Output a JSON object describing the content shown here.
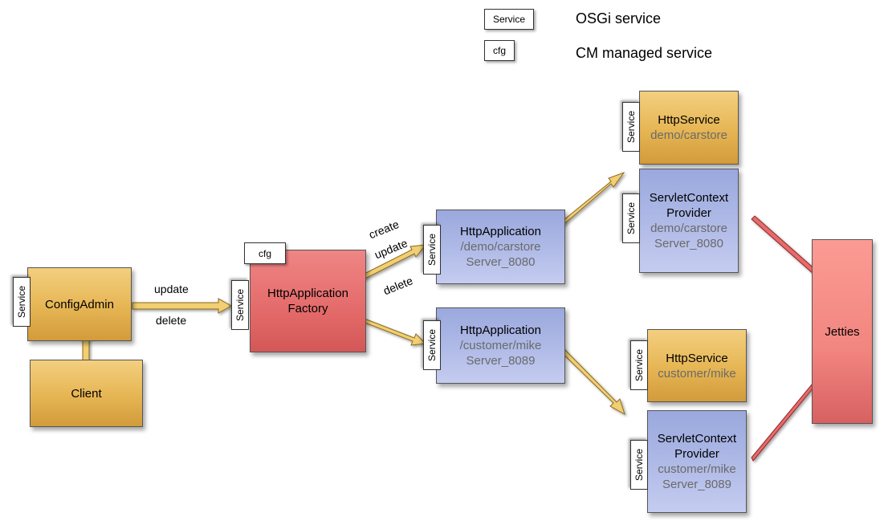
{
  "legend": {
    "service_tag": "Service",
    "service_desc": "OSGi service",
    "cfg_tag": "cfg",
    "cfg_desc": "CM managed service"
  },
  "tags": {
    "service": "Service",
    "cfg": "cfg"
  },
  "nodes": {
    "configadmin": {
      "label": "ConfigAdmin"
    },
    "client": {
      "label": "Client"
    },
    "factory": {
      "line1": "HttpApplication",
      "line2": "Factory"
    },
    "app_carstore": {
      "title": "HttpApplication",
      "path": "/demo/carstore",
      "server": "Server_8080"
    },
    "app_mike": {
      "title": "HttpApplication",
      "path": "/customer/mike",
      "server": "Server_8089"
    },
    "http_carstore": {
      "title": "HttpService",
      "path": "demo/carstore"
    },
    "scp_carstore": {
      "line1": "ServletContext",
      "line2": "Provider",
      "path": "demo/carstore",
      "server": "Server_8080"
    },
    "http_mike": {
      "title": "HttpService",
      "path": "customer/mike"
    },
    "scp_mike": {
      "line1": "ServletContext",
      "line2": "Provider",
      "path": "customer/mike",
      "server": "Server_8089"
    },
    "jetties": {
      "label": "Jetties"
    }
  },
  "edges": {
    "update": "update",
    "delete": "delete",
    "create": "create",
    "update2": "update",
    "delete2": "delete"
  },
  "colors": {
    "orange": "#e6b553",
    "blue": "#aeb9e6",
    "red": "#e46a6a",
    "arrow_yellow": "#f1cf72",
    "arrow_red": "#e96a6a"
  }
}
